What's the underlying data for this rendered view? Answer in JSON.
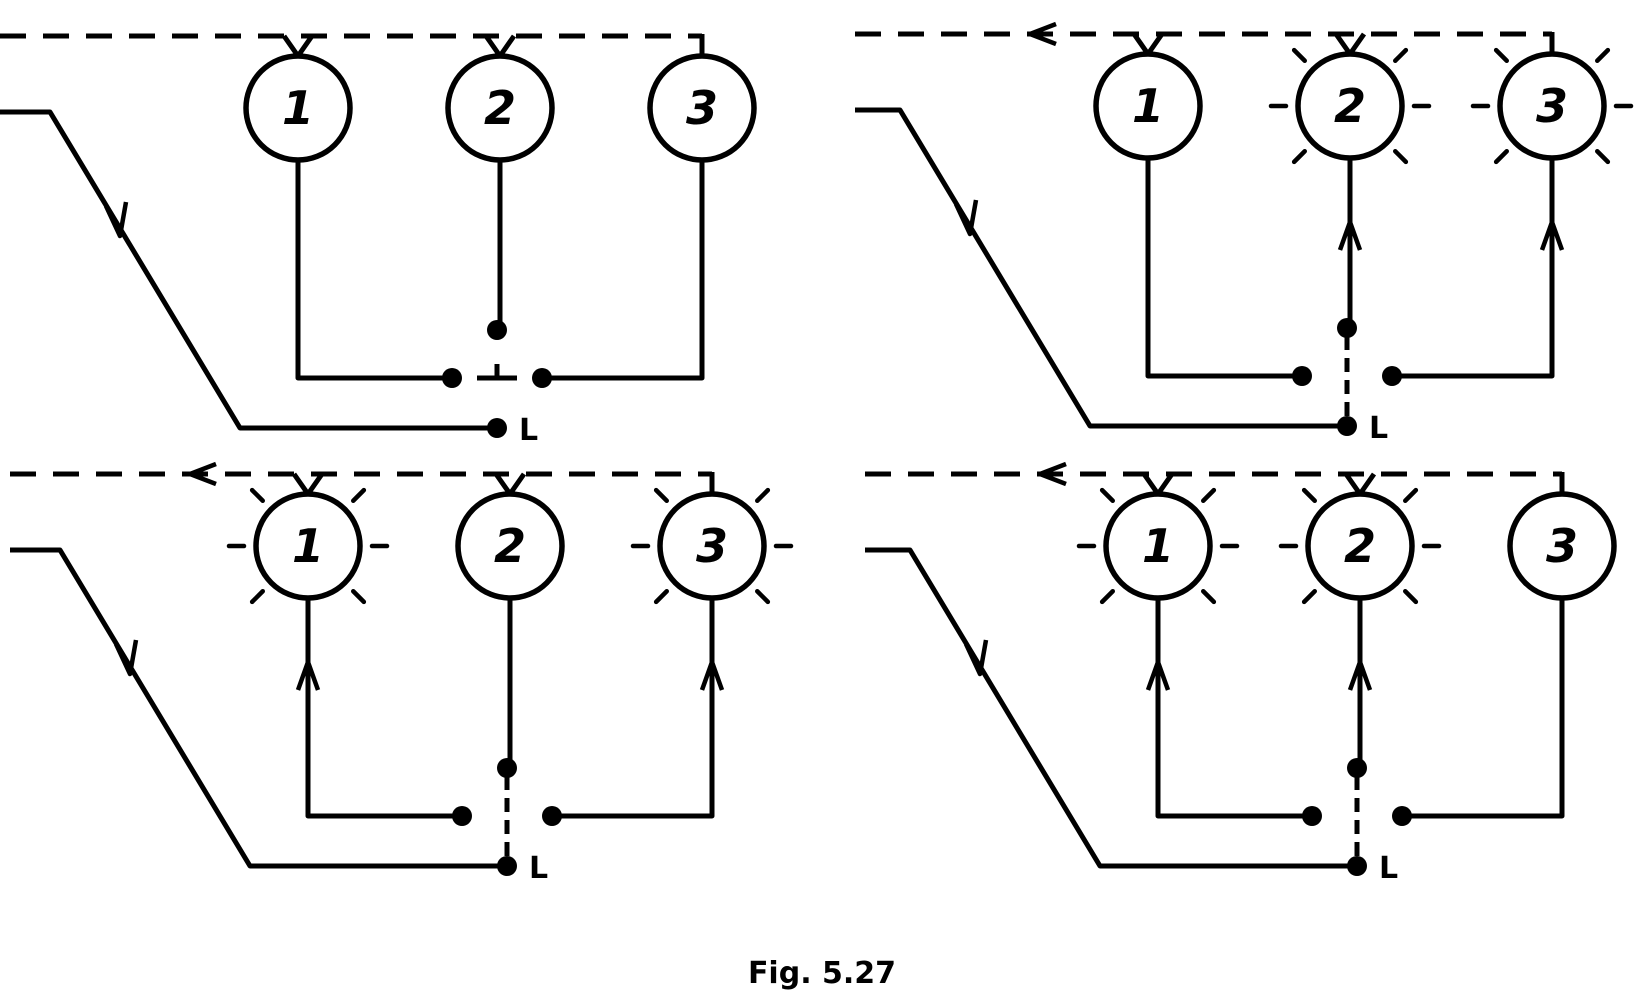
{
  "caption": "Fig.  5.27",
  "terminal_label": "L",
  "panels": [
    {
      "lamps": [
        {
          "number": "1",
          "lit": false
        },
        {
          "number": "2",
          "lit": false
        },
        {
          "number": "3",
          "lit": false
        }
      ],
      "switch_position": "open",
      "return_arrow": false
    },
    {
      "lamps": [
        {
          "number": "1",
          "lit": false
        },
        {
          "number": "2",
          "lit": true
        },
        {
          "number": "3",
          "lit": true
        }
      ],
      "switch_position": "2-3",
      "return_arrow": true
    },
    {
      "lamps": [
        {
          "number": "1",
          "lit": true
        },
        {
          "number": "2",
          "lit": false
        },
        {
          "number": "3",
          "lit": true
        }
      ],
      "switch_position": "1-3",
      "return_arrow": true
    },
    {
      "lamps": [
        {
          "number": "1",
          "lit": true
        },
        {
          "number": "2",
          "lit": true
        },
        {
          "number": "3",
          "lit": false
        }
      ],
      "switch_position": "1-2",
      "return_arrow": true
    }
  ]
}
